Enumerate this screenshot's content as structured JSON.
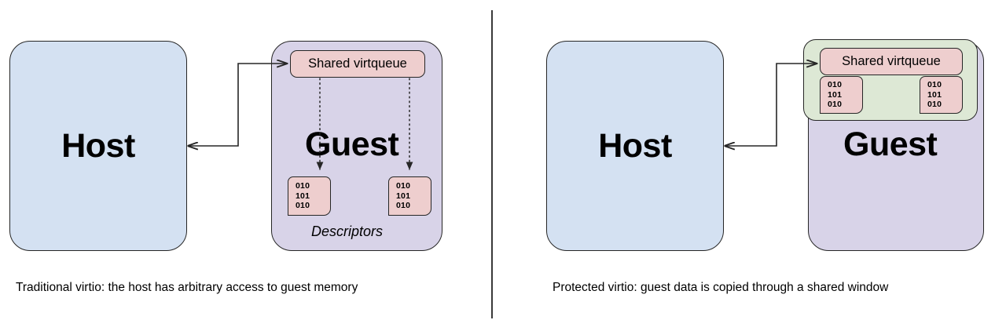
{
  "figure": {
    "title": "",
    "panels": [
      {
        "id": "traditional",
        "caption": "Traditional virtio: the host has arbitrary access to guest memory",
        "host": {
          "label": "Host"
        },
        "guest": {
          "label": "Guest",
          "virtqueue": {
            "label": "Shared virtqueue"
          },
          "descriptors_label": "Descriptors",
          "descriptors": [
            {
              "lines": [
                "010",
                "101",
                "010"
              ]
            },
            {
              "lines": [
                "010",
                "101",
                "010"
              ]
            }
          ]
        }
      },
      {
        "id": "protected",
        "caption": "Protected virtio: guest data is copied through a shared window",
        "host": {
          "label": "Host"
        },
        "guest": {
          "label": "Guest",
          "shared_window": {
            "virtqueue": {
              "label": "Shared virtqueue"
            },
            "descriptors": [
              {
                "lines": [
                  "010",
                  "101",
                  "010"
                ]
              },
              {
                "lines": [
                  "010",
                  "101",
                  "010"
                ]
              }
            ]
          }
        }
      }
    ]
  },
  "colors": {
    "host_fill": "#d4e1f2",
    "guest_fill": "#d8d3e8",
    "virtqueue_fill": "#eecece",
    "descriptor_fill": "#eecece",
    "shared_window_fill": "#dde8d5",
    "stroke": "#262626",
    "divider": "#3a3a3a",
    "text": "#000000"
  }
}
